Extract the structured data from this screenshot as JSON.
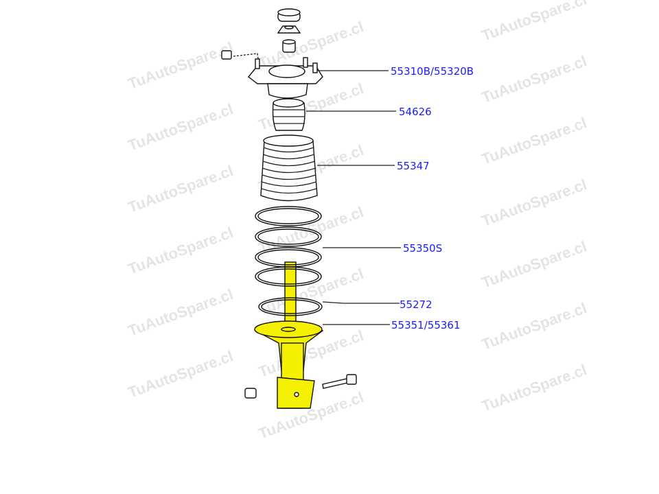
{
  "watermark": "TuAutoSpare.cl",
  "colors": {
    "label": "#1a1aff",
    "highlight": "#f5f000",
    "watermark": "#e4e4e4"
  },
  "parts": [
    {
      "id": "mount",
      "label": "55310B/55320B"
    },
    {
      "id": "bump-stop",
      "label": "54626"
    },
    {
      "id": "dust-boot",
      "label": "55347"
    },
    {
      "id": "coil-spring",
      "label": "55350S"
    },
    {
      "id": "spring-seat-ring",
      "label": "55272"
    },
    {
      "id": "strut",
      "label": "55351/55361"
    }
  ]
}
